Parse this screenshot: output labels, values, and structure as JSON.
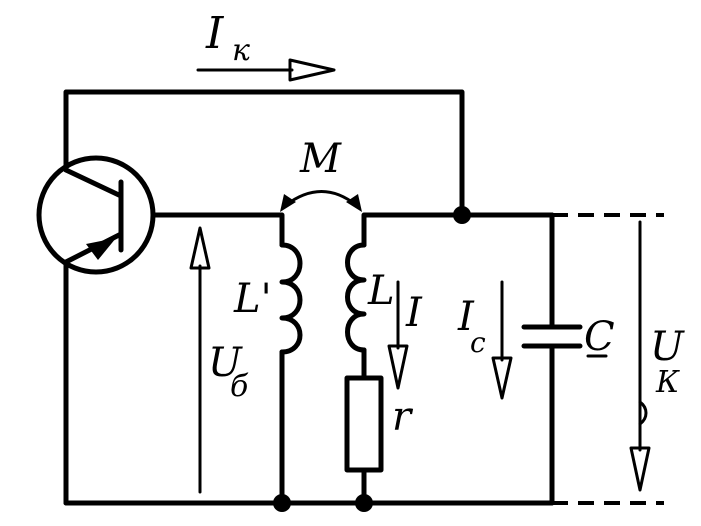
{
  "labels": {
    "collector_current": "I",
    "collector_current_sub": "к",
    "mutual_inductance": "M",
    "feedback_inductor": "L'",
    "tank_inductor": "L",
    "branch_current": "I",
    "capacitor_current": "I",
    "capacitor_current_sub": "c",
    "capacitor": "C",
    "resistor": "r",
    "base_voltage": "U",
    "base_voltage_sub": "б",
    "collector_voltage": "U",
    "collector_voltage_sub": "К"
  }
}
